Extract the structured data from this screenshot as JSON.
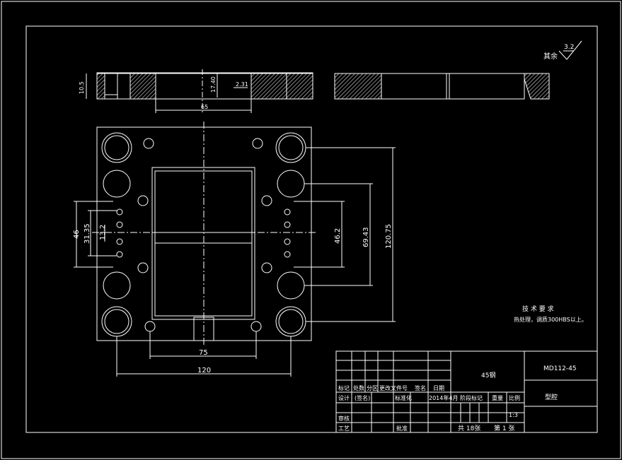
{
  "roughness": {
    "prefix": "其余",
    "value": "3.2"
  },
  "top_view": {
    "dim_height": "10.5",
    "dim_depth": "17.40",
    "dim_step": "2.31",
    "dim_width": "65"
  },
  "plan_view": {
    "dim_75": "75",
    "dim_120": "120",
    "dim_46": "46",
    "dim_31_35": "31.35",
    "dim_13_2": "13.2",
    "dim_46_2": "46.2",
    "dim_69_43": "69.43",
    "dim_120_75": "120.75"
  },
  "tech": {
    "title": "技 术 要 求",
    "line1": "热处理，调质300HBS以上。"
  },
  "title_block": {
    "material": "45钢",
    "drawing_no": "MD112-45",
    "part_name": "型腔",
    "header": [
      "标记",
      "处数",
      "分区",
      "更改文件号",
      "签名",
      "日期"
    ],
    "design_label": "设计",
    "design_value": "(签名)",
    "standard_label": "标准化",
    "date_value": "2014年4月",
    "stage_label": "阶段标记",
    "weight_label": "重量",
    "scale_label": "比例",
    "scale_value": "1:3",
    "review_label": "审核",
    "process_label": "工艺",
    "approve_label": "批准",
    "sheets_total": "共 18张",
    "sheet_no": "第 1 张"
  }
}
